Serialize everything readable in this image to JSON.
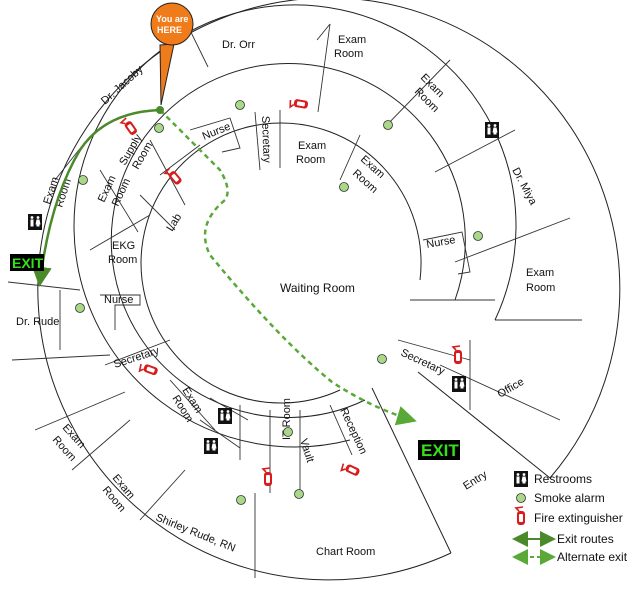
{
  "marker": {
    "line1": "You are",
    "line2": "HERE"
  },
  "exits": {
    "left": "EXIT",
    "right": "EXIT"
  },
  "rooms": {
    "dr_orr": "Dr. Orr",
    "exam_top_1": "Exam",
    "exam_top_1b": "Room",
    "exam_top_2": "Exam",
    "exam_top_2b": "Room",
    "dr_jacoby": "Dr. Jacoby",
    "dr_miya": "Dr. Miya",
    "nurse_top": "Nurse",
    "secretary_top": "Secretary",
    "exam_inner_1": "Exam",
    "exam_inner_1b": "Room",
    "exam_inner_2": "Exam",
    "exam_inner_2b": "Room",
    "supply": "Supply",
    "supply_b": "Room",
    "exam_left_outer": "Exam",
    "exam_left_outer_b": "Room",
    "exam_left_inner": "Exam",
    "exam_left_inner_b": "Room",
    "lab": "Lab",
    "ekg": "EKG",
    "ekg_b": "Room",
    "nurse_right": "Nurse",
    "exam_right": "Exam",
    "exam_right_b": "Room",
    "waiting": "Waiting Room",
    "nurse_left": "Nurse",
    "dr_rude": "Dr. Rude",
    "secretary_right": "Secretary",
    "office": "Office",
    "secretary_left": "Secretary",
    "exam_bl_1": "Exam",
    "exam_bl_1b": "Room",
    "exam_bl_2": "Exam",
    "exam_bl_2b": "Room",
    "exam_bl_3": "Exam",
    "exam_bl_3b": "Room",
    "it_room": "IT Room",
    "vault": "Vault",
    "reception": "Reception",
    "shirley": "Shirley Rude, RN",
    "chart_room": "Chart Room",
    "entry": "Entry"
  },
  "legend": {
    "restrooms": "Restrooms",
    "smoke_alarm": "Smoke alarm",
    "fire_extinguisher": "Fire extinguisher",
    "exit_routes": "Exit routes",
    "alternate_exit": "Alternate exit"
  },
  "colors": {
    "marker": "#f07b1b",
    "exit_route": "#4a8a2a",
    "alternate_exit": "#5aa838",
    "smoke_alarm": "#a8d888",
    "extinguisher": "#d81c1c",
    "exit_sign_bg": "#000000",
    "exit_sign_text": "#34e01a"
  }
}
